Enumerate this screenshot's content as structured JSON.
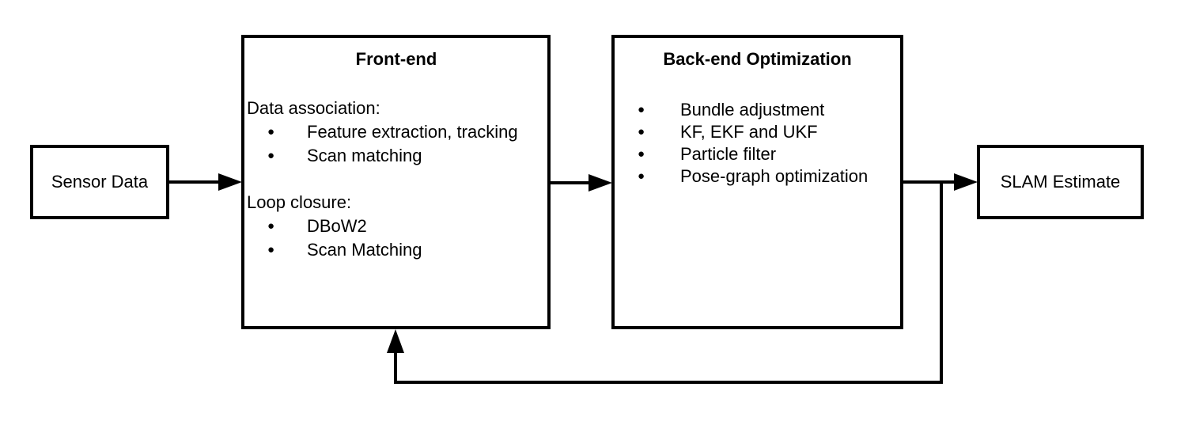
{
  "diagram": {
    "background_color": "#ffffff",
    "line_color": "#000000",
    "nodes": {
      "sensor_data": {
        "label": "Sensor Data"
      },
      "front_end": {
        "title": "Front-end",
        "sections": [
          {
            "heading": "Data association:",
            "items": [
              "Feature extraction, tracking",
              "Scan matching"
            ]
          },
          {
            "heading": "Loop closure:",
            "items": [
              "DBoW2",
              "Scan Matching"
            ]
          }
        ]
      },
      "back_end": {
        "title": "Back-end Optimization",
        "items": [
          "Bundle adjustment",
          "KF, EKF and UKF",
          "Particle filter",
          "Pose-graph optimization"
        ]
      },
      "slam_estimate": {
        "label": "SLAM Estimate"
      }
    },
    "edges": [
      {
        "from": "sensor_data",
        "to": "front_end",
        "type": "arrow"
      },
      {
        "from": "front_end",
        "to": "back_end",
        "type": "arrow"
      },
      {
        "from": "back_end",
        "to": "slam_estimate",
        "type": "arrow"
      },
      {
        "from": "back_end_to_slam_connector",
        "to": "front_end_bottom",
        "type": "feedback-arrow"
      }
    ]
  }
}
